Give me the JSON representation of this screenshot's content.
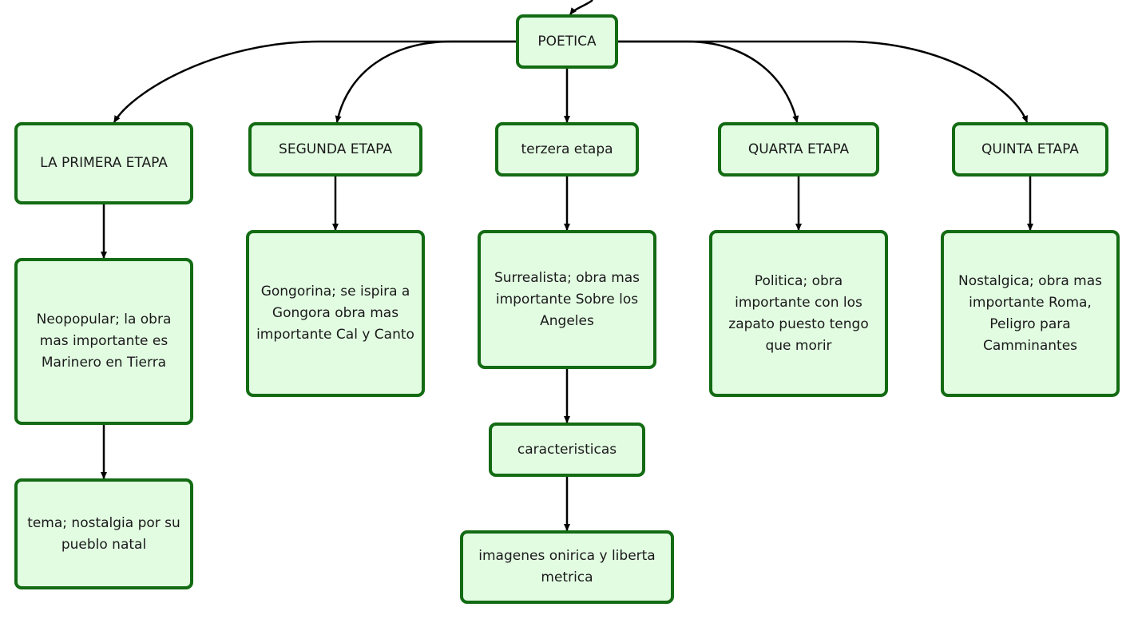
{
  "colors": {
    "node_fill": "#e2fce2",
    "node_border": "#136b13",
    "edge": "#000000"
  },
  "nodes": {
    "poetica": "POETICA",
    "etapa1": "LA PRIMERA ETAPA",
    "etapa2": "SEGUNDA ETAPA",
    "etapa3": "terzera etapa",
    "etapa4": "QUARTA ETAPA",
    "etapa5": "QUINTA ETAPA",
    "desc1": "Neopopular; la obra mas importante es Marinero en Tierra",
    "desc2": "Gongorina; se ispira a Gongora obra mas importante Cal y Canto",
    "desc3": "Surrealista; obra mas importante Sobre los Angeles",
    "desc4": "Politica; obra importante con los zapato puesto tengo que morir",
    "desc5": "Nostalgica; obra mas importante Roma, Peligro para Camminantes",
    "tema1": "tema; nostalgia por su pueblo natal",
    "caracteristicas": "caracteristicas",
    "imagenes": "imagenes onirica y liberta metrica"
  }
}
